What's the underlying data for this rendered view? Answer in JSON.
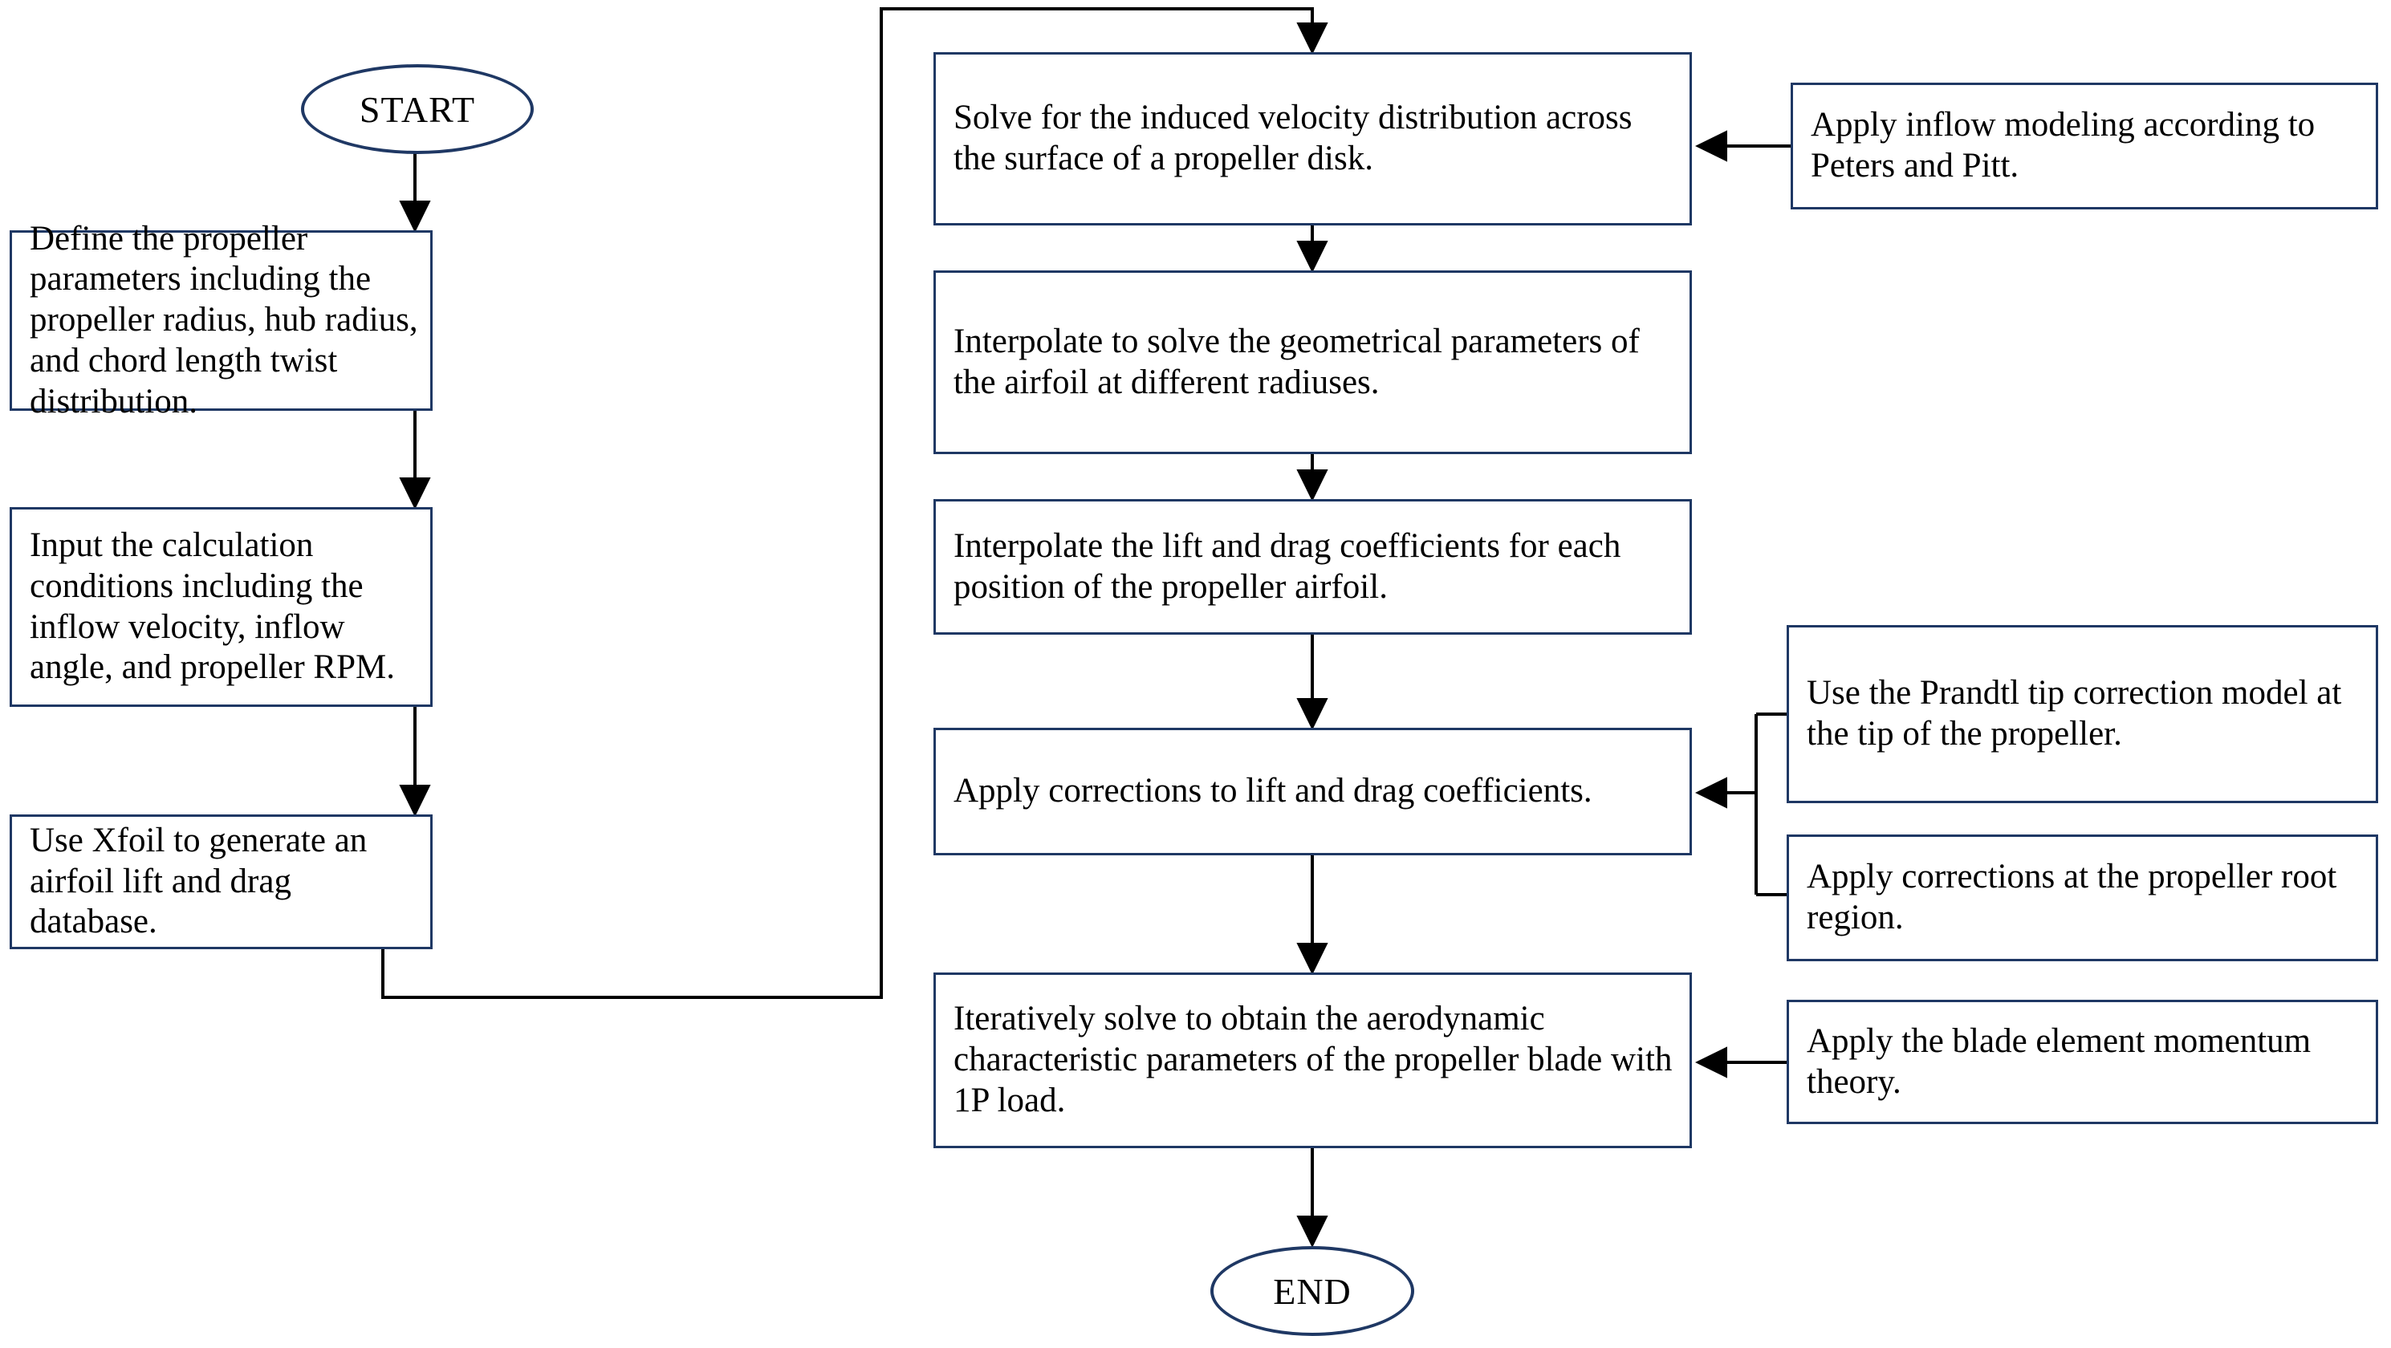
{
  "colors": {
    "box_border": "#1F3864",
    "connector": "#000000",
    "background": "#ffffff",
    "text": "#000000"
  },
  "terminators": [
    {
      "name": "start",
      "label": "START"
    },
    {
      "name": "end",
      "label": "END"
    }
  ],
  "left_column": [
    {
      "name": "define-propeller-parameters",
      "label": "Define the propeller parameters including the propeller radius, hub radius, and chord length twist distribution."
    },
    {
      "name": "input-calculation-conditions",
      "label": "Input the calculation conditions including the inflow velocity, inflow angle, and propeller RPM."
    },
    {
      "name": "use-xfoil-database",
      "label": "Use Xfoil to generate an airfoil lift and drag database."
    }
  ],
  "main_column": [
    {
      "name": "solve-induced-velocity",
      "label": "Solve for the induced velocity distribution across the surface of a propeller disk."
    },
    {
      "name": "interpolate-geometrical-parameters",
      "label": "Interpolate to solve the geometrical parameters of the airfoil at different radiuses."
    },
    {
      "name": "interpolate-lift-drag-coefficients",
      "label": "Interpolate the lift and drag coefficients for each position of the propeller airfoil."
    },
    {
      "name": "apply-corrections-lift-drag",
      "label": "Apply corrections to lift and drag coefficients."
    },
    {
      "name": "iteratively-solve-aerodynamic",
      "label": "Iteratively solve to obtain the aerodynamic characteristic parameters of the propeller blade with 1P load."
    }
  ],
  "annotations": [
    {
      "name": "apply-inflow-modeling",
      "label": "Apply inflow modeling according to Peters and Pitt."
    },
    {
      "name": "prandtl-tip-correction",
      "label": "Use the Prandtl tip correction model at the tip of the propeller."
    },
    {
      "name": "corrections-root-region",
      "label": "Apply corrections at the propeller root region."
    },
    {
      "name": "blade-element-momentum",
      "label": "Apply the blade element momentum theory."
    }
  ]
}
